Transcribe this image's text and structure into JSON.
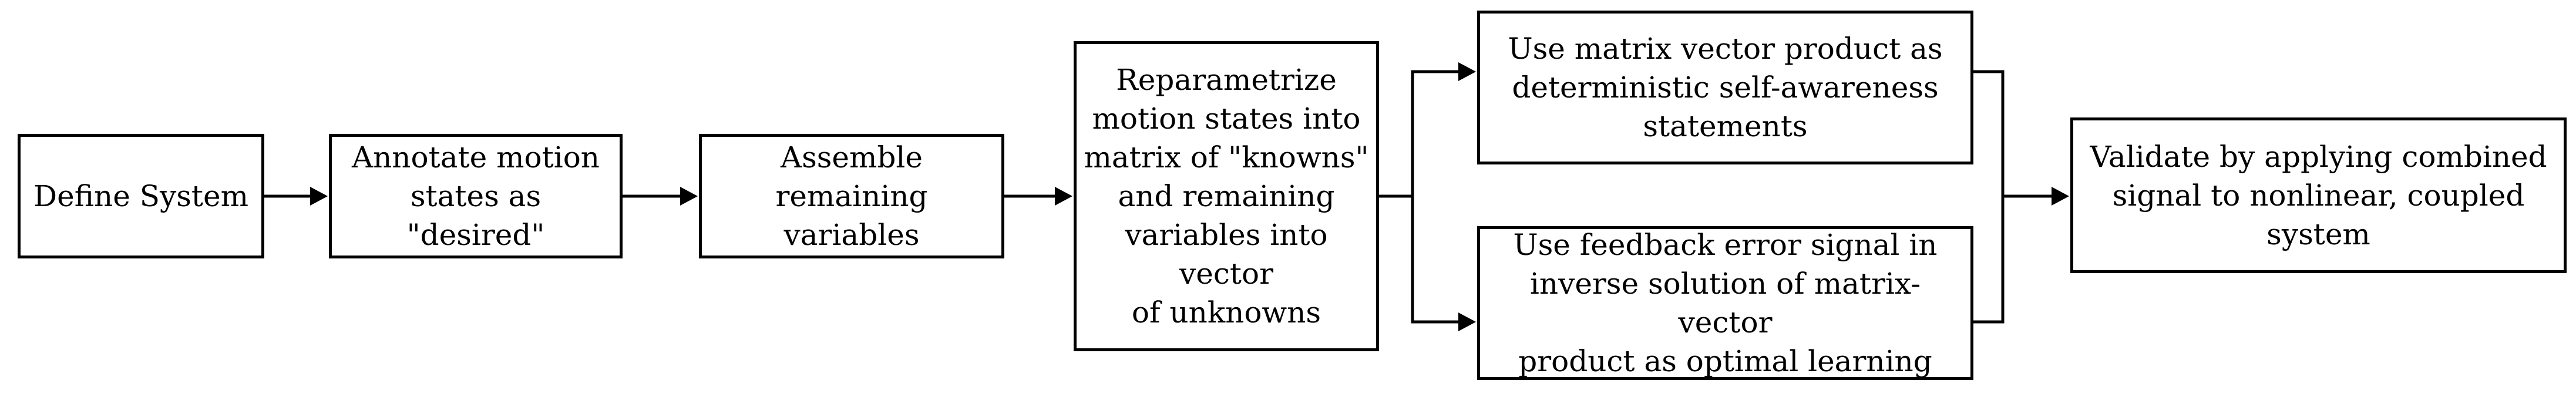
{
  "diagram": {
    "nodes": [
      {
        "id": "define",
        "lines": [
          "Define System"
        ]
      },
      {
        "id": "annotate",
        "lines": [
          "Annotate motion",
          "states as \"desired\""
        ]
      },
      {
        "id": "assemble",
        "lines": [
          "Assemble",
          "remaining variables"
        ]
      },
      {
        "id": "reparametrize",
        "lines": [
          "Reparametrize",
          "motion states into",
          "matrix of \"knowns\"",
          "and remaining",
          "variables into vector",
          "of unknowns"
        ]
      },
      {
        "id": "matrix_vector",
        "lines": [
          "Use matrix vector product as",
          "deterministic self-awareness",
          "statements"
        ]
      },
      {
        "id": "feedback",
        "lines": [
          "Use feedback error signal in",
          "inverse solution of matrix-vector",
          "product as optimal learning"
        ]
      },
      {
        "id": "validate",
        "lines": [
          "Validate by applying combined",
          "signal to nonlinear, coupled",
          "system"
        ]
      }
    ],
    "edges": [
      {
        "from": "define",
        "to": "annotate"
      },
      {
        "from": "annotate",
        "to": "assemble"
      },
      {
        "from": "assemble",
        "to": "reparametrize"
      },
      {
        "from": "reparametrize",
        "to": "matrix_vector"
      },
      {
        "from": "reparametrize",
        "to": "feedback"
      },
      {
        "from": "matrix_vector",
        "to": "validate"
      },
      {
        "from": "feedback",
        "to": "validate"
      }
    ]
  }
}
